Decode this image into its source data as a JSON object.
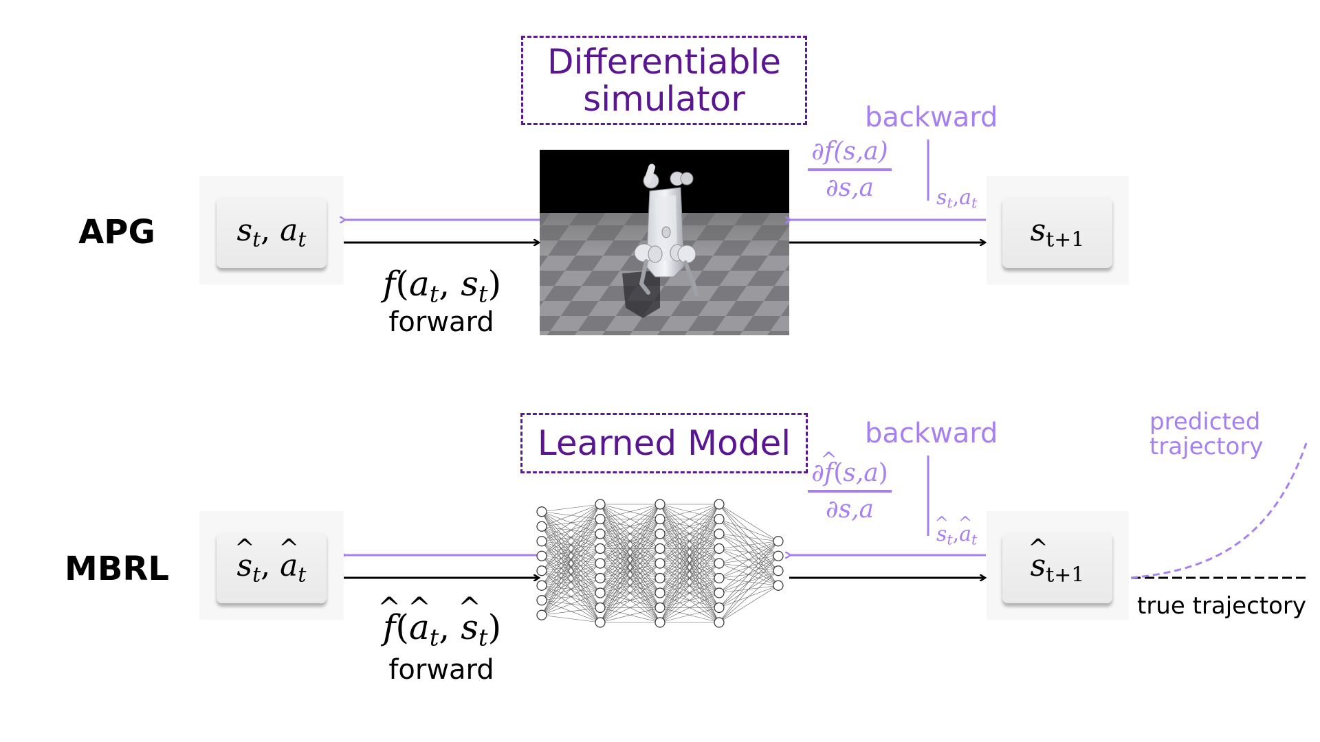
{
  "colors": {
    "title_purple": "#5a1591",
    "gradient_purple": "#a67ff0",
    "forward_black": "#000000"
  },
  "rows": {
    "apg": {
      "label": "APG",
      "input": {
        "symbol": "s",
        "sub": "t",
        "symbol2": "a",
        "sub2": "t",
        "hatted": false
      },
      "output": {
        "symbol": "s",
        "sub": "t+1",
        "hatted": false
      },
      "model_title": [
        "Differentiable",
        "simulator"
      ],
      "model_visual": "quadruped-robot-simulation-image",
      "forward_formula": {
        "fn": "f",
        "arg1": "a",
        "arg1_sub": "t",
        "arg2": "s",
        "arg2_sub": "t",
        "hatted": false
      },
      "forward_label": "forward",
      "backward_label": "backward",
      "gradient": {
        "numerator": "∂f(s,a)",
        "denominator": "∂s,a"
      },
      "eval_point": {
        "s": "s",
        "a": "a",
        "sub": "t"
      }
    },
    "mbrl": {
      "label": "MBRL",
      "input": {
        "symbol": "s",
        "sub": "t",
        "symbol2": "a",
        "sub2": "t",
        "hatted": true
      },
      "output": {
        "symbol": "s",
        "sub": "t+1",
        "hatted": true
      },
      "model_title": [
        "Learned Model"
      ],
      "model_visual": "neural-network",
      "network_layers": [
        8,
        9,
        9,
        9,
        4
      ],
      "forward_formula": {
        "fn": "f",
        "arg1": "a",
        "arg1_sub": "t",
        "arg2": "s",
        "arg2_sub": "t",
        "hatted": true
      },
      "forward_label": "forward",
      "backward_label": "backward",
      "gradient": {
        "numerator": "∂f(s,a)",
        "denominator": "∂s,a"
      },
      "eval_point": {
        "s": "s",
        "a": "a",
        "sub": "t"
      }
    }
  },
  "trajectories": {
    "predicted_label": [
      "predicted",
      "trajectory"
    ],
    "true_label": "true trajectory"
  },
  "math_glyphs": {
    "comma": ",",
    "open_paren": "(",
    "close_paren": ")"
  }
}
